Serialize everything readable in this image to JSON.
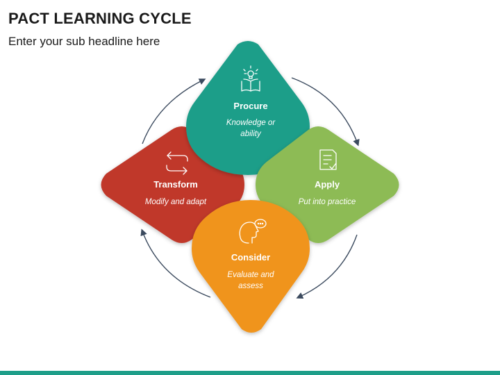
{
  "page": {
    "title": "PACT LEARNING CYCLE",
    "subtitle": "Enter your sub headline here"
  },
  "steps": [
    {
      "id": "procure",
      "title": "Procure",
      "desc_lines": [
        "Knowledge or",
        "ability"
      ],
      "color": "#1e9e89",
      "icon": "lightbulb-book-icon"
    },
    {
      "id": "apply",
      "title": "Apply",
      "desc_lines": [
        "Put into practice"
      ],
      "color": "#8dbb55",
      "icon": "document-check-icon"
    },
    {
      "id": "consider",
      "title": "Consider",
      "desc_lines": [
        "Evaluate and",
        "assess"
      ],
      "color": "#f0941e",
      "icon": "thinking-head-icon"
    },
    {
      "id": "transform",
      "title": "Transform",
      "desc_lines": [
        "Modify and adapt"
      ],
      "color": "#c0392b",
      "icon": "exchange-arrows-icon"
    }
  ],
  "colors": {
    "accent_bar": "#1e9e89",
    "arrows": "#3b4a5e"
  }
}
